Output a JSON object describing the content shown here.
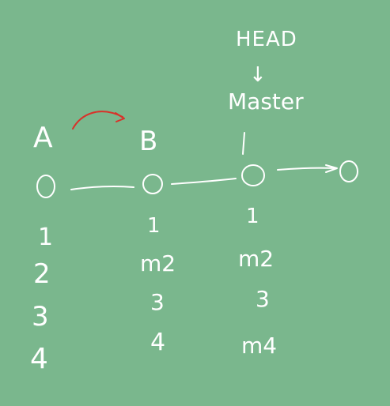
{
  "labels": {
    "head": "HEAD",
    "down_arrow": "↓",
    "master": "Master",
    "commit_a": "A",
    "commit_b": "B"
  },
  "columns": {
    "a": [
      "1",
      "2",
      "3",
      "4"
    ],
    "b": [
      "1",
      "m2",
      "3",
      "4"
    ],
    "master": [
      "1",
      "m2",
      "3",
      "m4"
    ]
  },
  "colors": {
    "background": "#7ab78d",
    "ink": "#ffffff",
    "arrow": "#d8322a"
  }
}
